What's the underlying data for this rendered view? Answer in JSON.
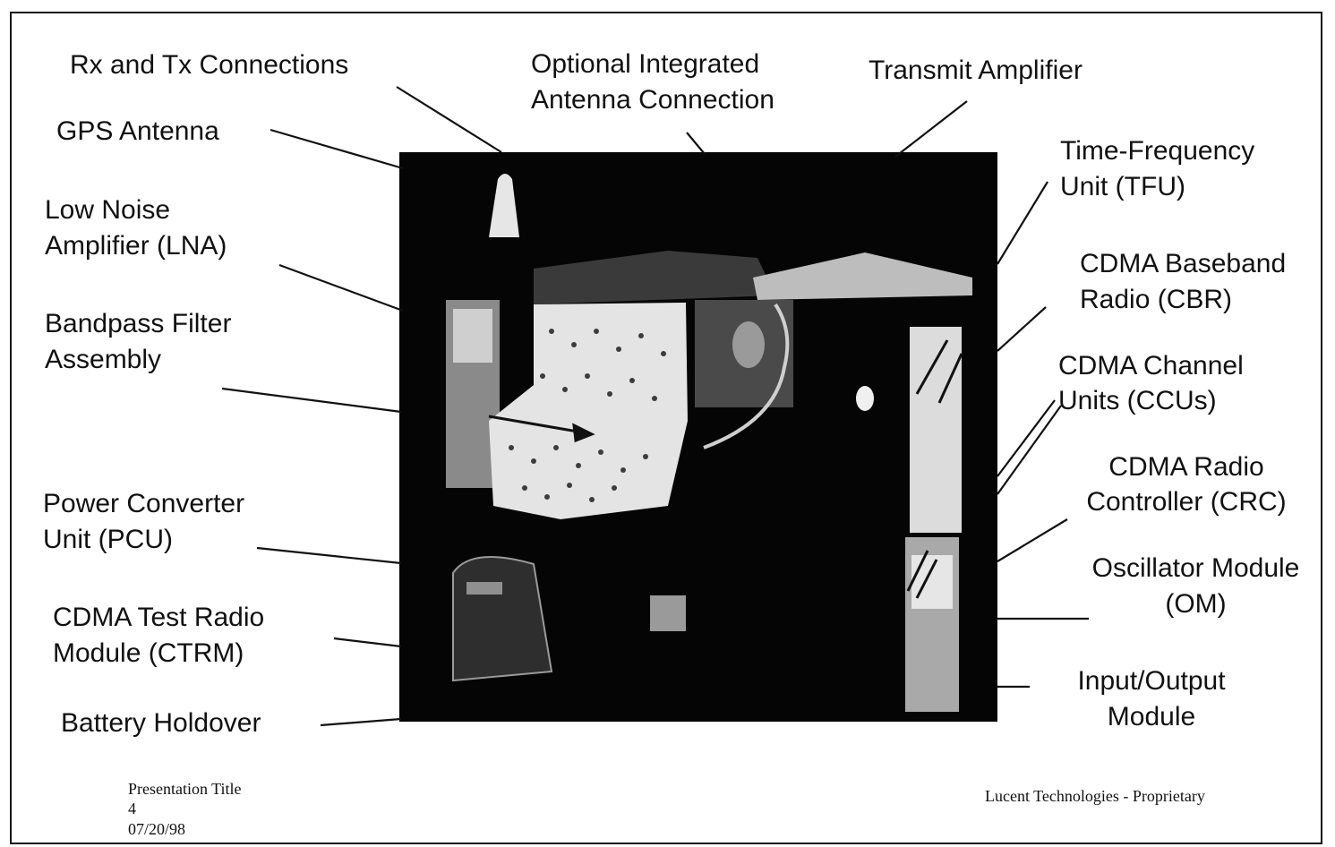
{
  "labels": {
    "rx_tx": "Rx and Tx  Connections",
    "optional_antenna_l1": "Optional Integrated",
    "optional_antenna_l2": "Antenna Connection",
    "transmit_amplifier": "Transmit Amplifier",
    "gps_antenna": "GPS Antenna",
    "lna_l1": "Low Noise",
    "lna_l2": "Amplifier (LNA)",
    "bandpass_l1": "Bandpass Filter",
    "bandpass_l2": "Assembly",
    "pcu_l1": "Power Converter",
    "pcu_l2": "Unit (PCU)",
    "ctrm_l1": "CDMA Test Radio",
    "ctrm_l2": "Module (CTRM)",
    "battery": "Battery Holdover",
    "tfu_l1": "Time-Frequency",
    "tfu_l2": "Unit (TFU)",
    "cbr_l1": "CDMA Baseband",
    "cbr_l2": "Radio (CBR)",
    "ccu_l1": "CDMA Channel",
    "ccu_l2": "Units (CCUs)",
    "crc_l1": "CDMA Radio",
    "crc_l2": "Controller (CRC)",
    "om_l1": "Oscillator Module",
    "om_l2": "(OM)",
    "io_l1": "Input/Output",
    "io_l2": "Module"
  },
  "footer": {
    "presentation_title": "Presentation Title",
    "page_number": "4",
    "date": "07/20/98",
    "company": "Lucent Technologies - Proprietary"
  }
}
